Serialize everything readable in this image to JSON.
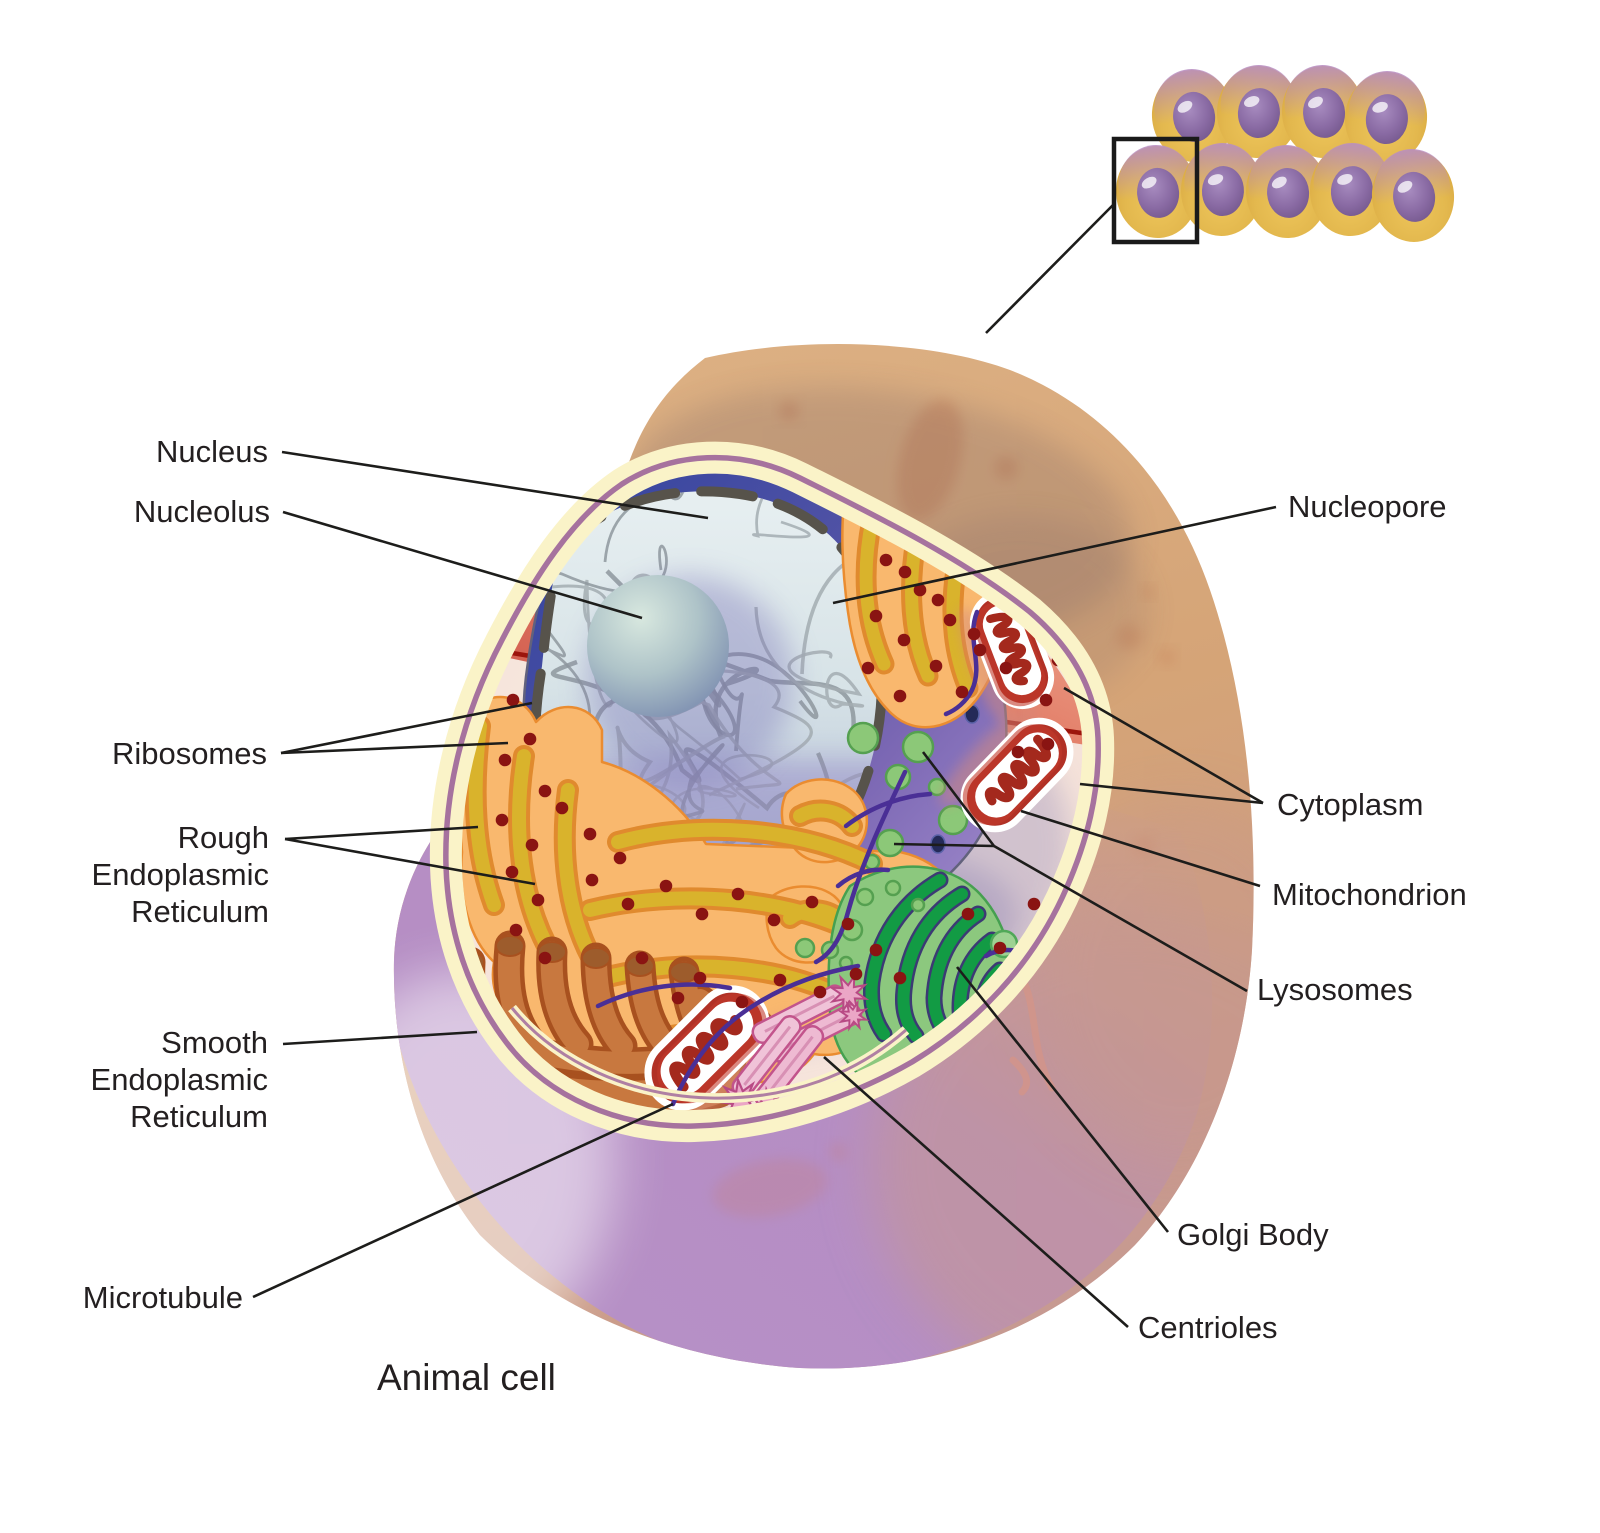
{
  "figure": {
    "caption": "Animal cell",
    "labels": {
      "nucleus": "Nucleus",
      "nucleolus": "Nucleolus",
      "ribosomes": "Ribosomes",
      "rough_er": [
        "Rough",
        "Endoplasmic",
        "Reticulum"
      ],
      "smooth_er": [
        "Smooth",
        "Endoplasmic",
        "Reticulum"
      ],
      "microtubule": "Microtubule",
      "nucleopore": "Nucleopore",
      "cytoplasm": "Cytoplasm",
      "mitochondrion": "Mitochondrion",
      "lysosomes": "Lysosomes",
      "golgi_body": "Golgi Body",
      "centrioles": "Centrioles"
    },
    "colors": {
      "label_text": "#231f20",
      "leader_line": "#1d1d1b",
      "cell_body_tan": "#d6a678",
      "cell_body_purple": "#b48cc6",
      "membrane_cream": "#faf3c8",
      "membrane_mauve": "#a6729e",
      "cytoplasm_floor": "#f5e3da",
      "cut_face_red": "#ce5244",
      "nucleus_blue": "#4a4fa4",
      "nucleolus_teal": "#aec3c8",
      "rough_er_orange": "#f9b86e",
      "er_ribbon_gold": "#d9b32c",
      "smooth_er_brown": "#c8783f",
      "golgi_green": "#129b44",
      "lysosome_green": "#8cc878",
      "mitochondrion_red": "#b13126",
      "centriole_pink": "#f0c3d8",
      "microtubule_purple": "#4a2f96",
      "ribosome_dark_red": "#8a1412"
    }
  }
}
